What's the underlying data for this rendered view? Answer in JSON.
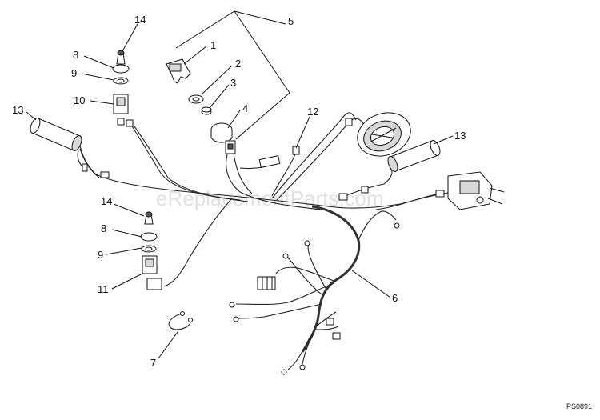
{
  "diagram": {
    "watermark": "eReplacementParts.com",
    "drawing_code": "PS0891",
    "callouts": [
      "14",
      "8",
      "9",
      "10",
      "13",
      "1",
      "2",
      "3",
      "4",
      "5",
      "12",
      "13",
      "14",
      "8",
      "9",
      "11",
      "7",
      "6"
    ]
  }
}
